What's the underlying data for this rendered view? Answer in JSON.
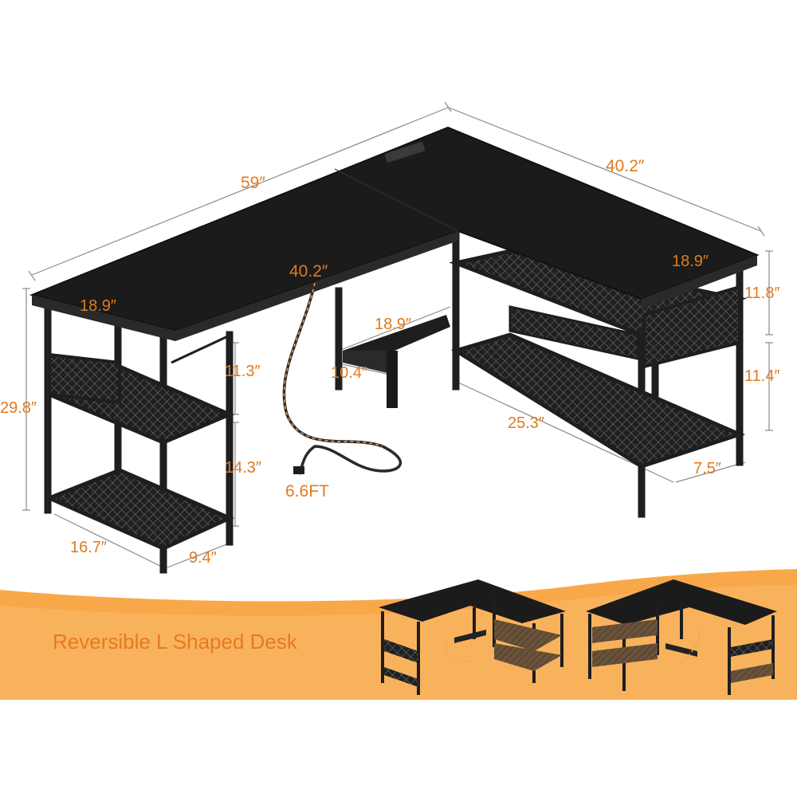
{
  "dimensions": {
    "overall_length": "59″",
    "return_length_top": "40.2″",
    "return_length_mid": "40.2″",
    "left_depth": "18.9″",
    "right_depth": "18.9″",
    "cpu_stand_depth": "18.9″",
    "cpu_stand_width": "10.4″",
    "total_height": "29.8″",
    "left_upper_shelf_gap": "11.3″",
    "left_lower_shelf_gap": "14.3″",
    "right_upper_shelf_gap": "11.8″",
    "right_lower_shelf_gap": "11.4″",
    "right_shelf_length": "25.3″",
    "right_shelf_depth": "7.5″",
    "left_shelf_length": "16.7″",
    "left_shelf_depth": "9.4″",
    "cable_length": "6.6FT"
  },
  "banner": {
    "title": "Reversible L Shaped Desk",
    "accent_color": "#f7a13d",
    "text_color": "#e77a20"
  },
  "colors": {
    "desk": "#1b1b1c",
    "frame": "#262627",
    "dimension_lines": "#7d7d7d",
    "labels": "#e07a1f"
  }
}
